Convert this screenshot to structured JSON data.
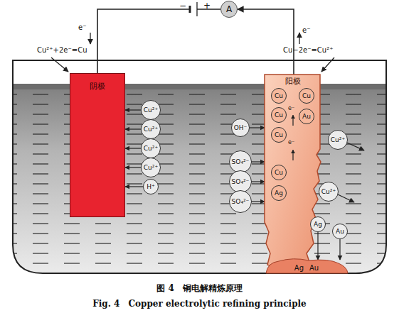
{
  "diagram": {
    "caption": "图 4　铜电解精炼原理",
    "nodes": [
      {
        "text": [
          "A"
        ]
      },
      {
        "text": [
          "阴极"
        ]
      },
      {
        "text": [
          "Cu²⁺"
        ]
      },
      {
        "text": [
          "Cu²⁺"
        ]
      },
      {
        "text": [
          "Cu²⁺"
        ]
      },
      {
        "text": [
          "Cu²⁺"
        ]
      },
      {
        "text": [
          "H⁺"
        ]
      },
      {
        "text": [
          "OH⁻"
        ]
      },
      {
        "text": [
          "SO₄²⁻"
        ]
      },
      {
        "text": [
          "SO₄²⁻"
        ]
      },
      {
        "text": [
          "SO₄²⁻"
        ]
      },
      {
        "text": [
          "阳极"
        ]
      },
      {
        "text": [
          "Cu"
        ],
        "in": 11
      },
      {
        "text": [
          "Cu"
        ],
        "in": 11
      },
      {
        "text": [
          "Cu"
        ],
        "in": 11
      },
      {
        "text": [
          "Au"
        ],
        "in": 11
      },
      {
        "text": [
          "Cu"
        ],
        "in": 11
      },
      {
        "text": [
          "Cu"
        ],
        "in": 11
      },
      {
        "text": [
          "Ag"
        ],
        "in": 11
      },
      {
        "text": [
          "Cu²⁺"
        ]
      },
      {
        "text": [
          "Cu²⁺"
        ]
      },
      {
        "text": [
          "Ag"
        ]
      },
      {
        "text": [
          "Au"
        ]
      },
      {
        "text": [
          "Ag",
          "Au"
        ]
      }
    ],
    "edges": [
      {
        "from": 2,
        "to": 1,
        "arrow": "to"
      },
      {
        "from": 3,
        "to": 1,
        "arrow": "to"
      },
      {
        "from": 4,
        "to": 1,
        "arrow": "to"
      },
      {
        "from": 5,
        "to": 1,
        "arrow": "to"
      },
      {
        "from": 6,
        "to": 1,
        "arrow": "to"
      },
      {
        "from": 7,
        "to": 11,
        "arrow": "to"
      },
      {
        "from": 8,
        "to": 11,
        "arrow": "to"
      },
      {
        "from": 9,
        "to": 11,
        "arrow": "to"
      },
      {
        "from": 10,
        "to": 11,
        "arrow": "to"
      },
      {
        "from": 21,
        "to": 23,
        "arrow": "to"
      },
      {
        "from": 22,
        "to": 23,
        "arrow": "to"
      },
      {
        "from": 11,
        "to": 0,
        "arrow": "to"
      },
      {
        "from": 0,
        "to": 1,
        "arrow": "none"
      }
    ],
    "labels": [
      "−",
      "+",
      "e⁻",
      "e⁻",
      "Cu²⁺+2e⁻=Cu",
      "Cu−2e⁻=Cu²⁺",
      "e⁻",
      "e⁻",
      "Fig. 4　Copper electrolytic refining principle"
    ]
  }
}
